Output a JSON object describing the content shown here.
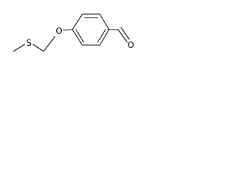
{
  "molecule": {
    "atoms": {
      "sulfur": "S",
      "ether_oxygen": "O",
      "carbonyl_oxygen": "O"
    }
  },
  "colors": {
    "background": "#ffffff",
    "ink": "#000000"
  }
}
